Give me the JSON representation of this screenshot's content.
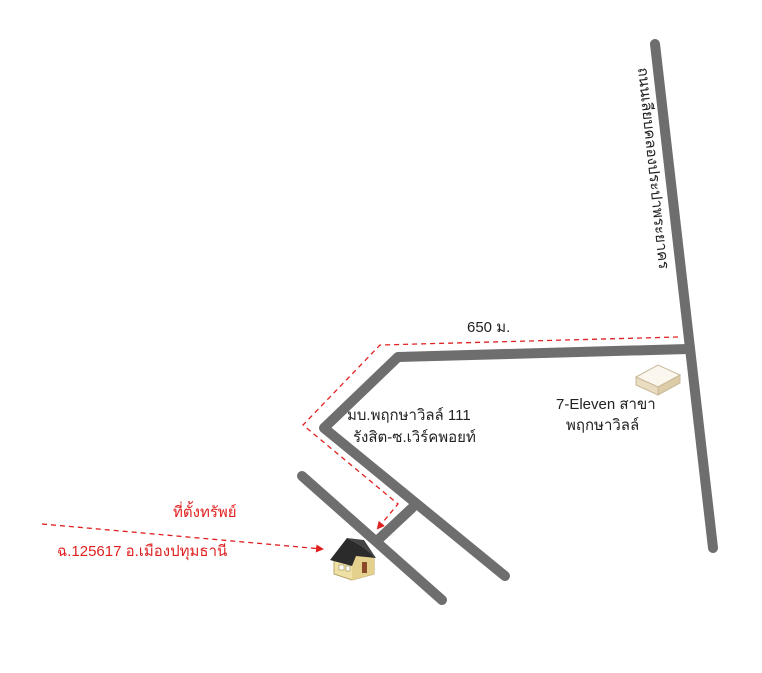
{
  "labels": {
    "main_road": "ถนนเลียบคลองประปาพระยาคร",
    "distance": "650 ม.",
    "village_line1": "มบ.พฤกษาวิลล์ 111",
    "village_line2": "รังสิต-ซ.เวิร์คพอยท์",
    "store_line1": "7-Eleven สาขา",
    "store_line2": "พฤกษาวิลล์",
    "property_title": "ที่ตั้งทรัพย์",
    "property_code": "ฉ.125617 อ.เมืองปทุมธานี"
  },
  "colors": {
    "road": "#6e6e6e",
    "route": "#e02020",
    "text": "#222222",
    "property_text": "#e02020",
    "house_wall": "#efe1a6",
    "house_roof": "#2b2b2b",
    "store_box": "#f1e9d6"
  },
  "icons": {
    "property": "house-icon",
    "store": "store-box-icon"
  }
}
